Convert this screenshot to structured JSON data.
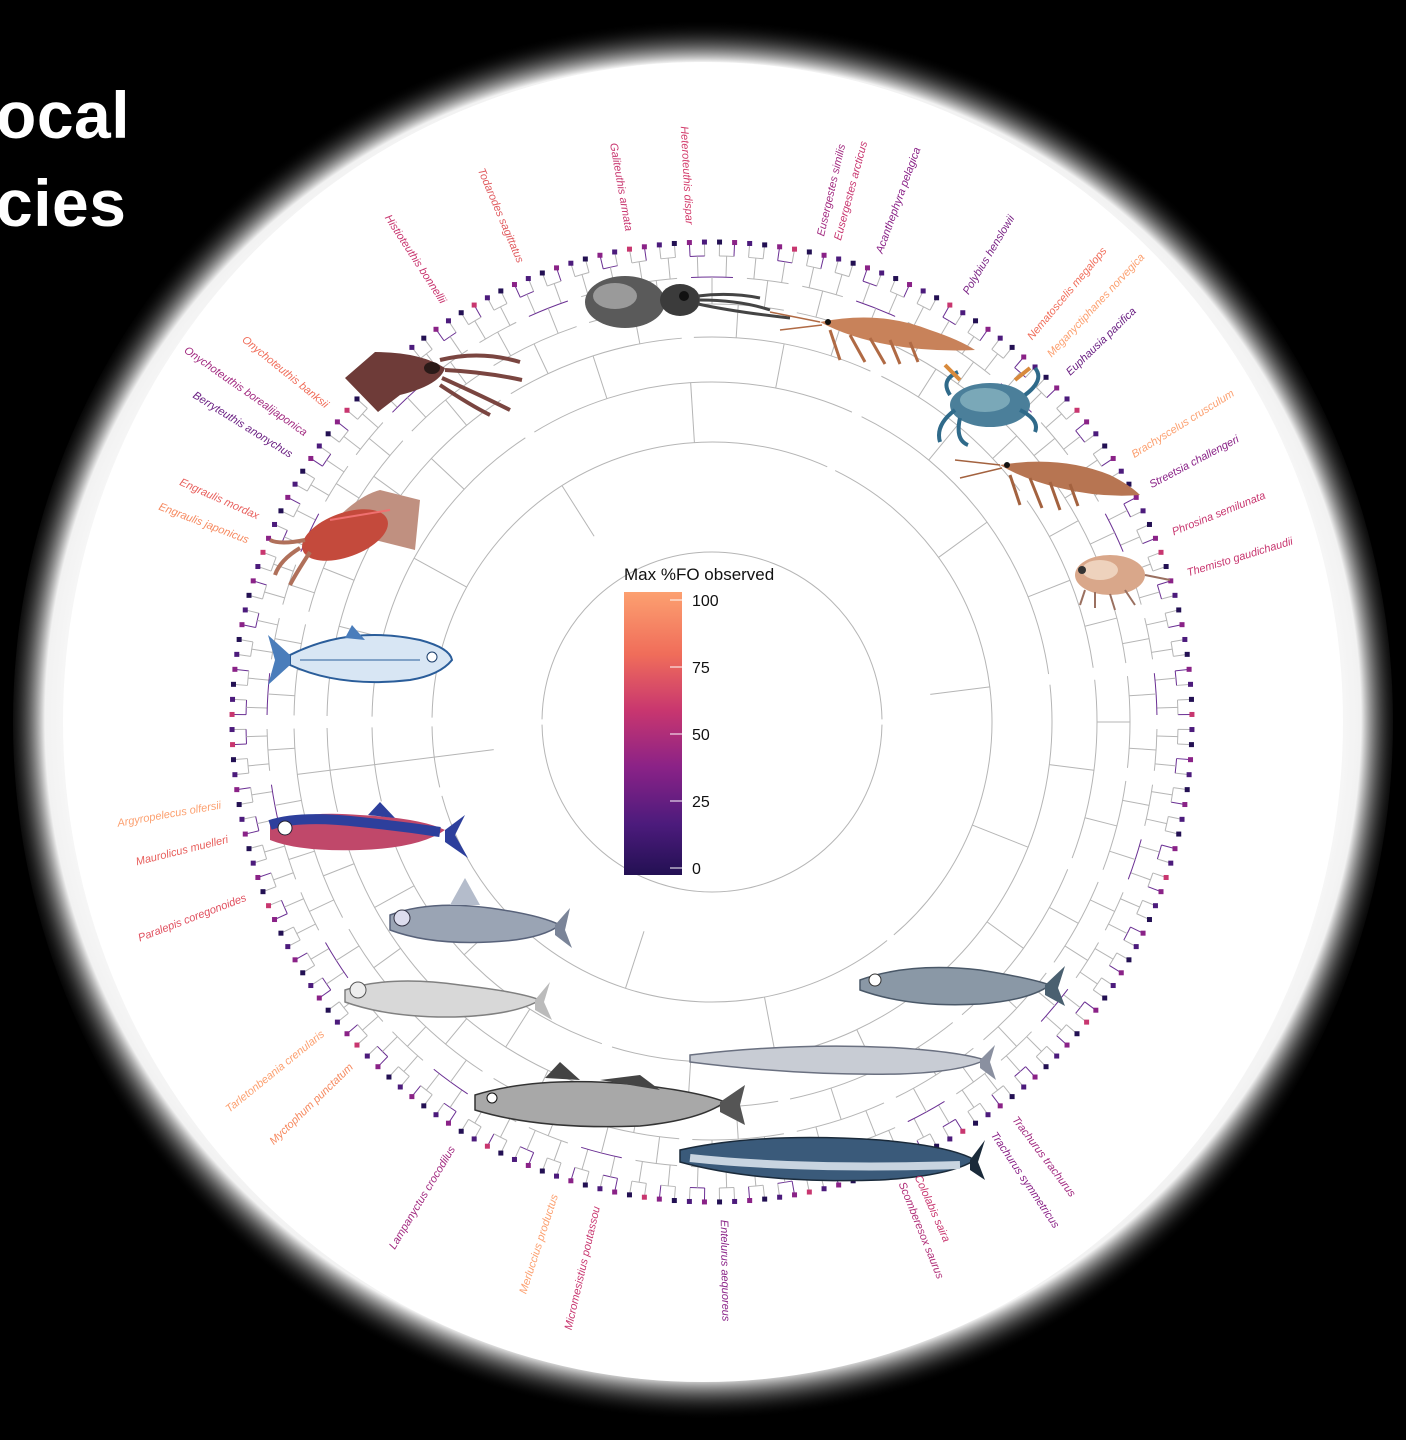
{
  "title_fragment": {
    "line1": "ocal",
    "line2": "cies"
  },
  "legend": {
    "title": "Max %FO observed",
    "ticks": [
      "100",
      "75",
      "50",
      "25",
      "0"
    ],
    "gradient_colors": [
      "#fca070",
      "#f06d5a",
      "#c8366f",
      "#8a2287",
      "#4c1b7c",
      "#231053"
    ]
  },
  "tree": {
    "tip_count": 200,
    "branch_color_default": "#b5b5b5",
    "branch_color_prey": "#6a2f93"
  },
  "species_labels": [
    {
      "name": "Heteroteuthis dispar",
      "color": "#d23a6a"
    },
    {
      "name": "Galiteuthis armata",
      "color": "#c8366f"
    },
    {
      "name": "Todarodes sagittatus",
      "color": "#e05a5e"
    },
    {
      "name": "Histioteuthis bonnellii",
      "color": "#c8366f"
    },
    {
      "name": "Onychoteuthis banksii",
      "color": "#f06d5a"
    },
    {
      "name": "Onychoteuthis borealijaponica",
      "color": "#a22a80"
    },
    {
      "name": "Berryteuthis anonychus",
      "color": "#6a1f82"
    },
    {
      "name": "Engraulis mordax",
      "color": "#e85f5c"
    },
    {
      "name": "Engraulis japonicus",
      "color": "#f6895f"
    },
    {
      "name": "Argyropelecus olfersii",
      "color": "#fca070"
    },
    {
      "name": "Maurolicus muelleri",
      "color": "#e85f5c"
    },
    {
      "name": "Paralepis coregonoides",
      "color": "#e0505f"
    },
    {
      "name": "Tarletonbeania crenularis",
      "color": "#fca070"
    },
    {
      "name": "Myctophum punctatum",
      "color": "#f6895f"
    },
    {
      "name": "Lampanyctus crocodilus",
      "color": "#a22a80"
    },
    {
      "name": "Merluccius productus",
      "color": "#fca070"
    },
    {
      "name": "Micromesistius poutassou",
      "color": "#c8366f"
    },
    {
      "name": "Entelurus aequoreus",
      "color": "#8a2287"
    },
    {
      "name": "Scomberesox saurus",
      "color": "#b02e78"
    },
    {
      "name": "Cololabis saira",
      "color": "#c8366f"
    },
    {
      "name": "Trachurus symmetricus",
      "color": "#8a2287"
    },
    {
      "name": "Trachurus trachurus",
      "color": "#a22a80"
    },
    {
      "name": "Eusergestes similis",
      "color": "#a22a80"
    },
    {
      "name": "Eusergestes arcticus",
      "color": "#c8366f"
    },
    {
      "name": "Acanthephyra pelagica",
      "color": "#8a2287"
    },
    {
      "name": "Polybius henslowii",
      "color": "#7a2385"
    },
    {
      "name": "Nematoscelis megalops",
      "color": "#f06d5a"
    },
    {
      "name": "Meganyctiphanes norvegica",
      "color": "#fca070"
    },
    {
      "name": "Euphausia pacifica",
      "color": "#6a1f82"
    },
    {
      "name": "Brachyscelus crusculum",
      "color": "#fca070"
    },
    {
      "name": "Streetsia challengeri",
      "color": "#8a2287"
    },
    {
      "name": "Phrosina semilunata",
      "color": "#c8366f"
    },
    {
      "name": "Themisto gaudichaudii",
      "color": "#c8366f"
    }
  ],
  "illustrations": [
    {
      "name": "cock-eyed-squid"
    },
    {
      "name": "pink-shrimp-top"
    },
    {
      "name": "flying-squid"
    },
    {
      "name": "swimming-crab"
    },
    {
      "name": "shrimp-mid"
    },
    {
      "name": "hooked-squid"
    },
    {
      "name": "amphipod"
    },
    {
      "name": "anchovy"
    },
    {
      "name": "hatchetfish"
    },
    {
      "name": "lanternfish-grey"
    },
    {
      "name": "lanternfish-pale"
    },
    {
      "name": "horse-mackerel"
    },
    {
      "name": "saury"
    },
    {
      "name": "blue-whiting"
    },
    {
      "name": "mackerel"
    }
  ]
}
